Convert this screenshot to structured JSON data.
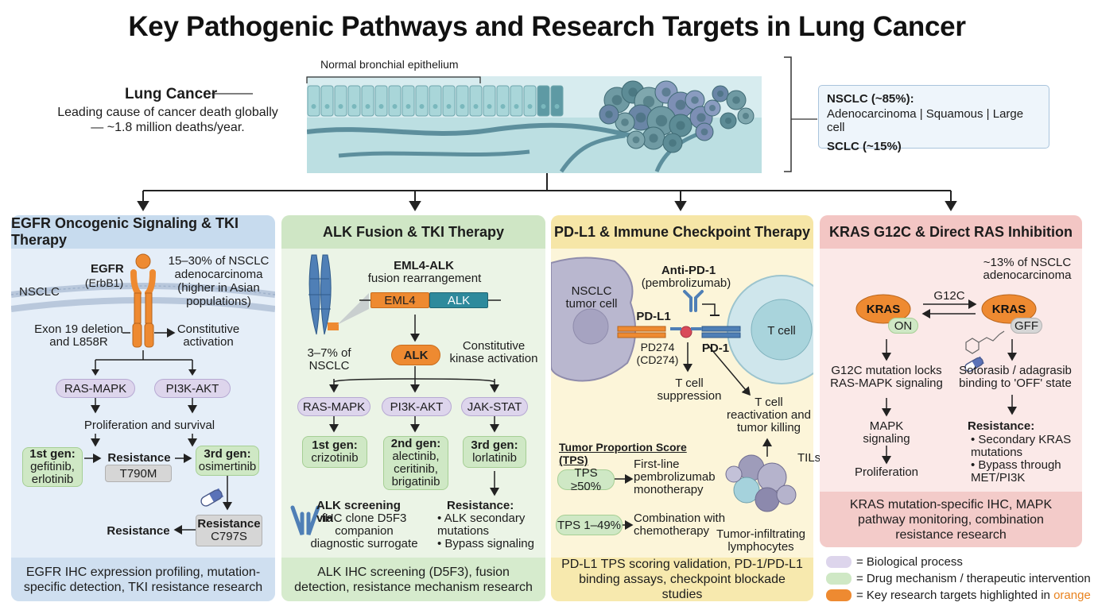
{
  "title": "Key Pathogenic Pathways and Research Targets in Lung Cancer",
  "lung_cancer": {
    "title": "Lung Cancer",
    "desc": "Leading cause of cancer death globally — ~1.8 million deaths/year."
  },
  "epithelium_label": "Normal bronchial epithelium",
  "types": {
    "nsclc": "NSCLC (~85%):",
    "subtypes": "Adenocarcinoma | Squamous | Large cell",
    "sclc": "SCLC (~15%)"
  },
  "egfr": {
    "header": "EGFR Oncogenic Signaling & TKI Therapy",
    "receptor": "EGFR",
    "alias": "(ErbB1)",
    "freq": "15–30% of NSCLC adenocarcinoma (higher in Asian populations)",
    "nsclc": "NSCLC",
    "mutation": "Exon 19 deletion and L858R",
    "activation": "Constitutive activation",
    "path1": "RAS-MAPK",
    "path2": "PI3K-AKT",
    "outcome": "Proliferation and survival",
    "gen1_title": "1st gen:",
    "gen1_drugs": "gefitinib, erlotinib",
    "resist1_title": "Resistance",
    "resist1_mut": "T790M",
    "gen3_title": "3rd gen:",
    "gen3_drug": "osimertinib",
    "resist2_lead": "Resistance",
    "resist2_title": "Resistance",
    "resist2_mut": "C797S",
    "footer": "EGFR IHC expression profiling, mutation-specific detection, TKI resistance research"
  },
  "alk": {
    "header": "ALK Fusion & TKI Therapy",
    "fusion_title": "EML4-ALK",
    "fusion_sub": "fusion rearrangement",
    "gene1": "EML4",
    "gene2": "ALK",
    "freq": "3–7% of NSCLC",
    "kinase": "ALK",
    "activation": "Constitutive kinase activation",
    "path1": "RAS-MAPK",
    "path2": "PI3K-AKT",
    "path3": "JAK-STAT",
    "gen1_title": "1st gen:",
    "gen1_drug": "crizotinib",
    "gen2_title": "2nd gen:",
    "gen2_drugs": "alectinib, ceritinib, brigatinib",
    "gen3_title": "3rd gen:",
    "gen3_drug": "lorlatinib",
    "screen_title": "ALK screening via",
    "screen_desc": "IHC clone D5F3 companion diagnostic surrogate",
    "resist_title": "Resistance:",
    "resist_items": [
      "ALK secondary mutations",
      "Bypass signaling"
    ],
    "footer": "ALK IHC screening (D5F3), fusion detection, resistance mechanism research"
  },
  "pdl1": {
    "header": "PD-L1 & Immune Checkpoint Therapy",
    "tumor_cell": "NSCLC tumor cell",
    "antibody_label": "Anti-PD-1",
    "antibody_drug": "(pembrolizumab)",
    "pdl1": "PD-L1",
    "pd274": "PD274 (CD274)",
    "pd1": "PD-1",
    "tcell": "T cell",
    "suppression": "T cell suppression",
    "reactivation": "T cell reactivation and tumor killing",
    "tps_title": "Tumor Proportion Score (TPS)",
    "tps1": "TPS ≥50%",
    "tps1_desc": "First-line pembrolizumab monotherapy",
    "tps2": "TPS 1–49%",
    "tps2_desc": "Combination with chemotherapy",
    "tils": "TILs",
    "tils_desc": "Tumor-infiltrating lymphocytes",
    "footer": "PD-L1 TPS scoring validation, PD-1/PD-L1 binding assays, checkpoint blockade studies"
  },
  "kras": {
    "header": "KRAS G12C & Direct RAS Inhibition",
    "freq": "~13% of NSCLC adenocarcinoma",
    "kras_on": "KRAS",
    "on": "ON",
    "g12c": "G12C",
    "kras_off": "KRAS",
    "gff": "GFF",
    "lock": "G12C mutation locks RAS-MAPK signaling",
    "mapk": "MAPK signaling",
    "prolif": "Proliferation",
    "drug": "Sotorasib / adagrasib binding to 'OFF' state",
    "resist_title": "Resistance:",
    "resist_items": [
      "Secondary KRAS mutations",
      "Bypass through MET/PI3K"
    ],
    "footer": "KRAS mutation-specific IHC, MAPK pathway monitoring, combination resistance research"
  },
  "legend": {
    "items": [
      {
        "label": "= Biological process",
        "color": "#ddd5ec"
      },
      {
        "label": "= Drug mechanism / therapeutic intervention",
        "color": "#cfe8c5"
      },
      {
        "label": "= Key research targets highlighted in ",
        "color": "#ee8a31"
      }
    ],
    "orange_word": "orange",
    "orange_color": "#e8821e"
  }
}
